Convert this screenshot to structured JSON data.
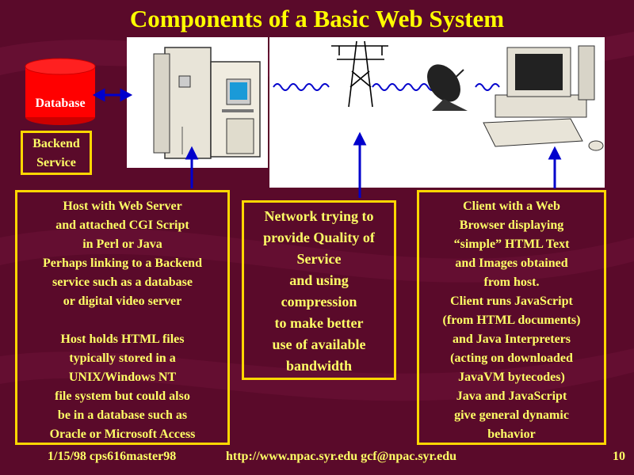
{
  "slide": {
    "title": "Components of a Basic Web System",
    "database_label": "Database",
    "backend_lines": [
      "Backend",
      "Service"
    ],
    "host_lines": [
      "Host with Web Server",
      "and attached CGI Script",
      "in Perl or Java",
      "Perhaps linking to a Backend",
      "service such as a database",
      "or digital video server",
      "",
      "Host holds HTML files",
      "typically stored in a",
      "UNIX/Windows NT",
      "file system but could also",
      "be in a database such as",
      "Oracle or Microsoft Access"
    ],
    "network_lines": [
      "Network trying to",
      "provide Quality of",
      "Service",
      "and using",
      "compression",
      "to make better",
      "use of available",
      "bandwidth"
    ],
    "client_lines": [
      "Client with a Web",
      "Browser displaying",
      "“simple” HTML Text",
      "and Images obtained",
      "from host.",
      "Client runs JavaScript",
      "(from HTML documents)",
      "and Java Interpreters",
      "(acting on downloaded",
      "JavaVM bytecodes)",
      "Java and JavaScript",
      "give general dynamic",
      "behavior"
    ],
    "footer": {
      "left": "1/15/98 cps616master98",
      "center": "http://www.npac.syr.edu gcf@npac.syr.edu",
      "page": "10"
    }
  },
  "colors": {
    "background": "#5a0a2a",
    "title": "#ffff00",
    "text": "#ffff66",
    "border": "#ffd700",
    "database": "#ff0000",
    "arrow": "#0000cc"
  },
  "icons": [
    "database-icon",
    "server-icon",
    "power-tower-icon",
    "satellite-dish-icon",
    "computer-icon"
  ]
}
